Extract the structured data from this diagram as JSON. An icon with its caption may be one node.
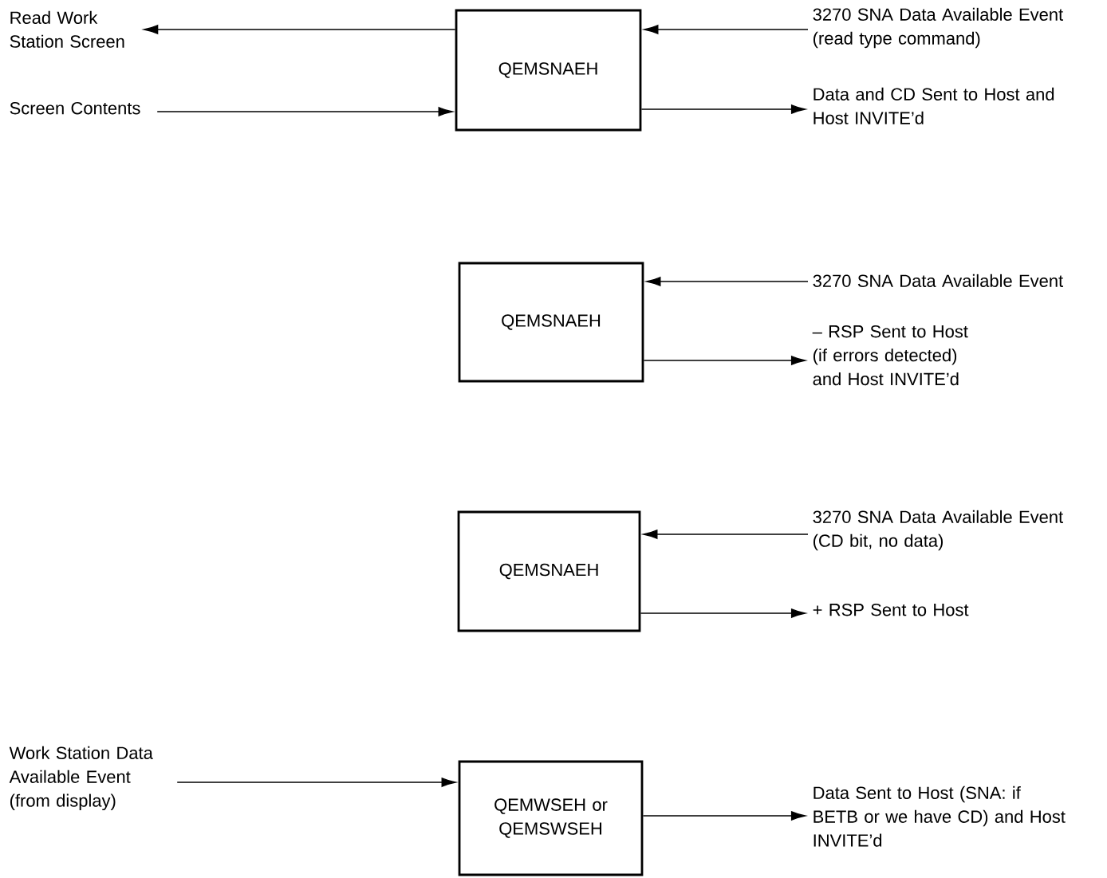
{
  "diagram": {
    "nodes": [
      {
        "text": [
          "Read Work Station Screen"
        ]
      },
      {
        "text": [
          "Screen Contents"
        ]
      },
      {
        "text": [
          "QEMSNAEH"
        ]
      },
      {
        "text": [
          "3270 SNA Data Available Event (read type command)"
        ]
      },
      {
        "text": [
          "Data and CD Sent to Host and Host INVITE’d"
        ]
      },
      {
        "text": [
          "QEMSNAEH"
        ]
      },
      {
        "text": [
          "3270 SNA Data Available Event"
        ]
      },
      {
        "text": [
          "– RSP Sent to Host (if errors detected) and Host INVITE’d"
        ]
      },
      {
        "text": [
          "QEMSNAEH"
        ]
      },
      {
        "text": [
          "3270 SNA Data Available Event (CD bit, no data)"
        ]
      },
      {
        "text": [
          "+ RSP Sent to Host"
        ]
      },
      {
        "text": [
          "Work Station Data Available Event (from display)"
        ]
      },
      {
        "text": [
          "QEMWSEH or QEMSWSEH"
        ]
      },
      {
        "text": [
          "Data Sent to Host (SNA: if BETB or we have CD) and Host INVITE’d"
        ]
      }
    ],
    "edges": [
      {
        "from": 2,
        "to": 0,
        "arrow": "to"
      },
      {
        "from": 1,
        "to": 2,
        "arrow": "to"
      },
      {
        "from": 3,
        "to": 2,
        "arrow": "to"
      },
      {
        "from": 2,
        "to": 4,
        "arrow": "to"
      },
      {
        "from": 6,
        "to": 5,
        "arrow": "to"
      },
      {
        "from": 5,
        "to": 7,
        "arrow": "to"
      },
      {
        "from": 9,
        "to": 8,
        "arrow": "to"
      },
      {
        "from": 8,
        "to": 10,
        "arrow": "to"
      },
      {
        "from": 11,
        "to": 12,
        "arrow": "to"
      },
      {
        "from": 12,
        "to": 13,
        "arrow": "to"
      }
    ]
  }
}
